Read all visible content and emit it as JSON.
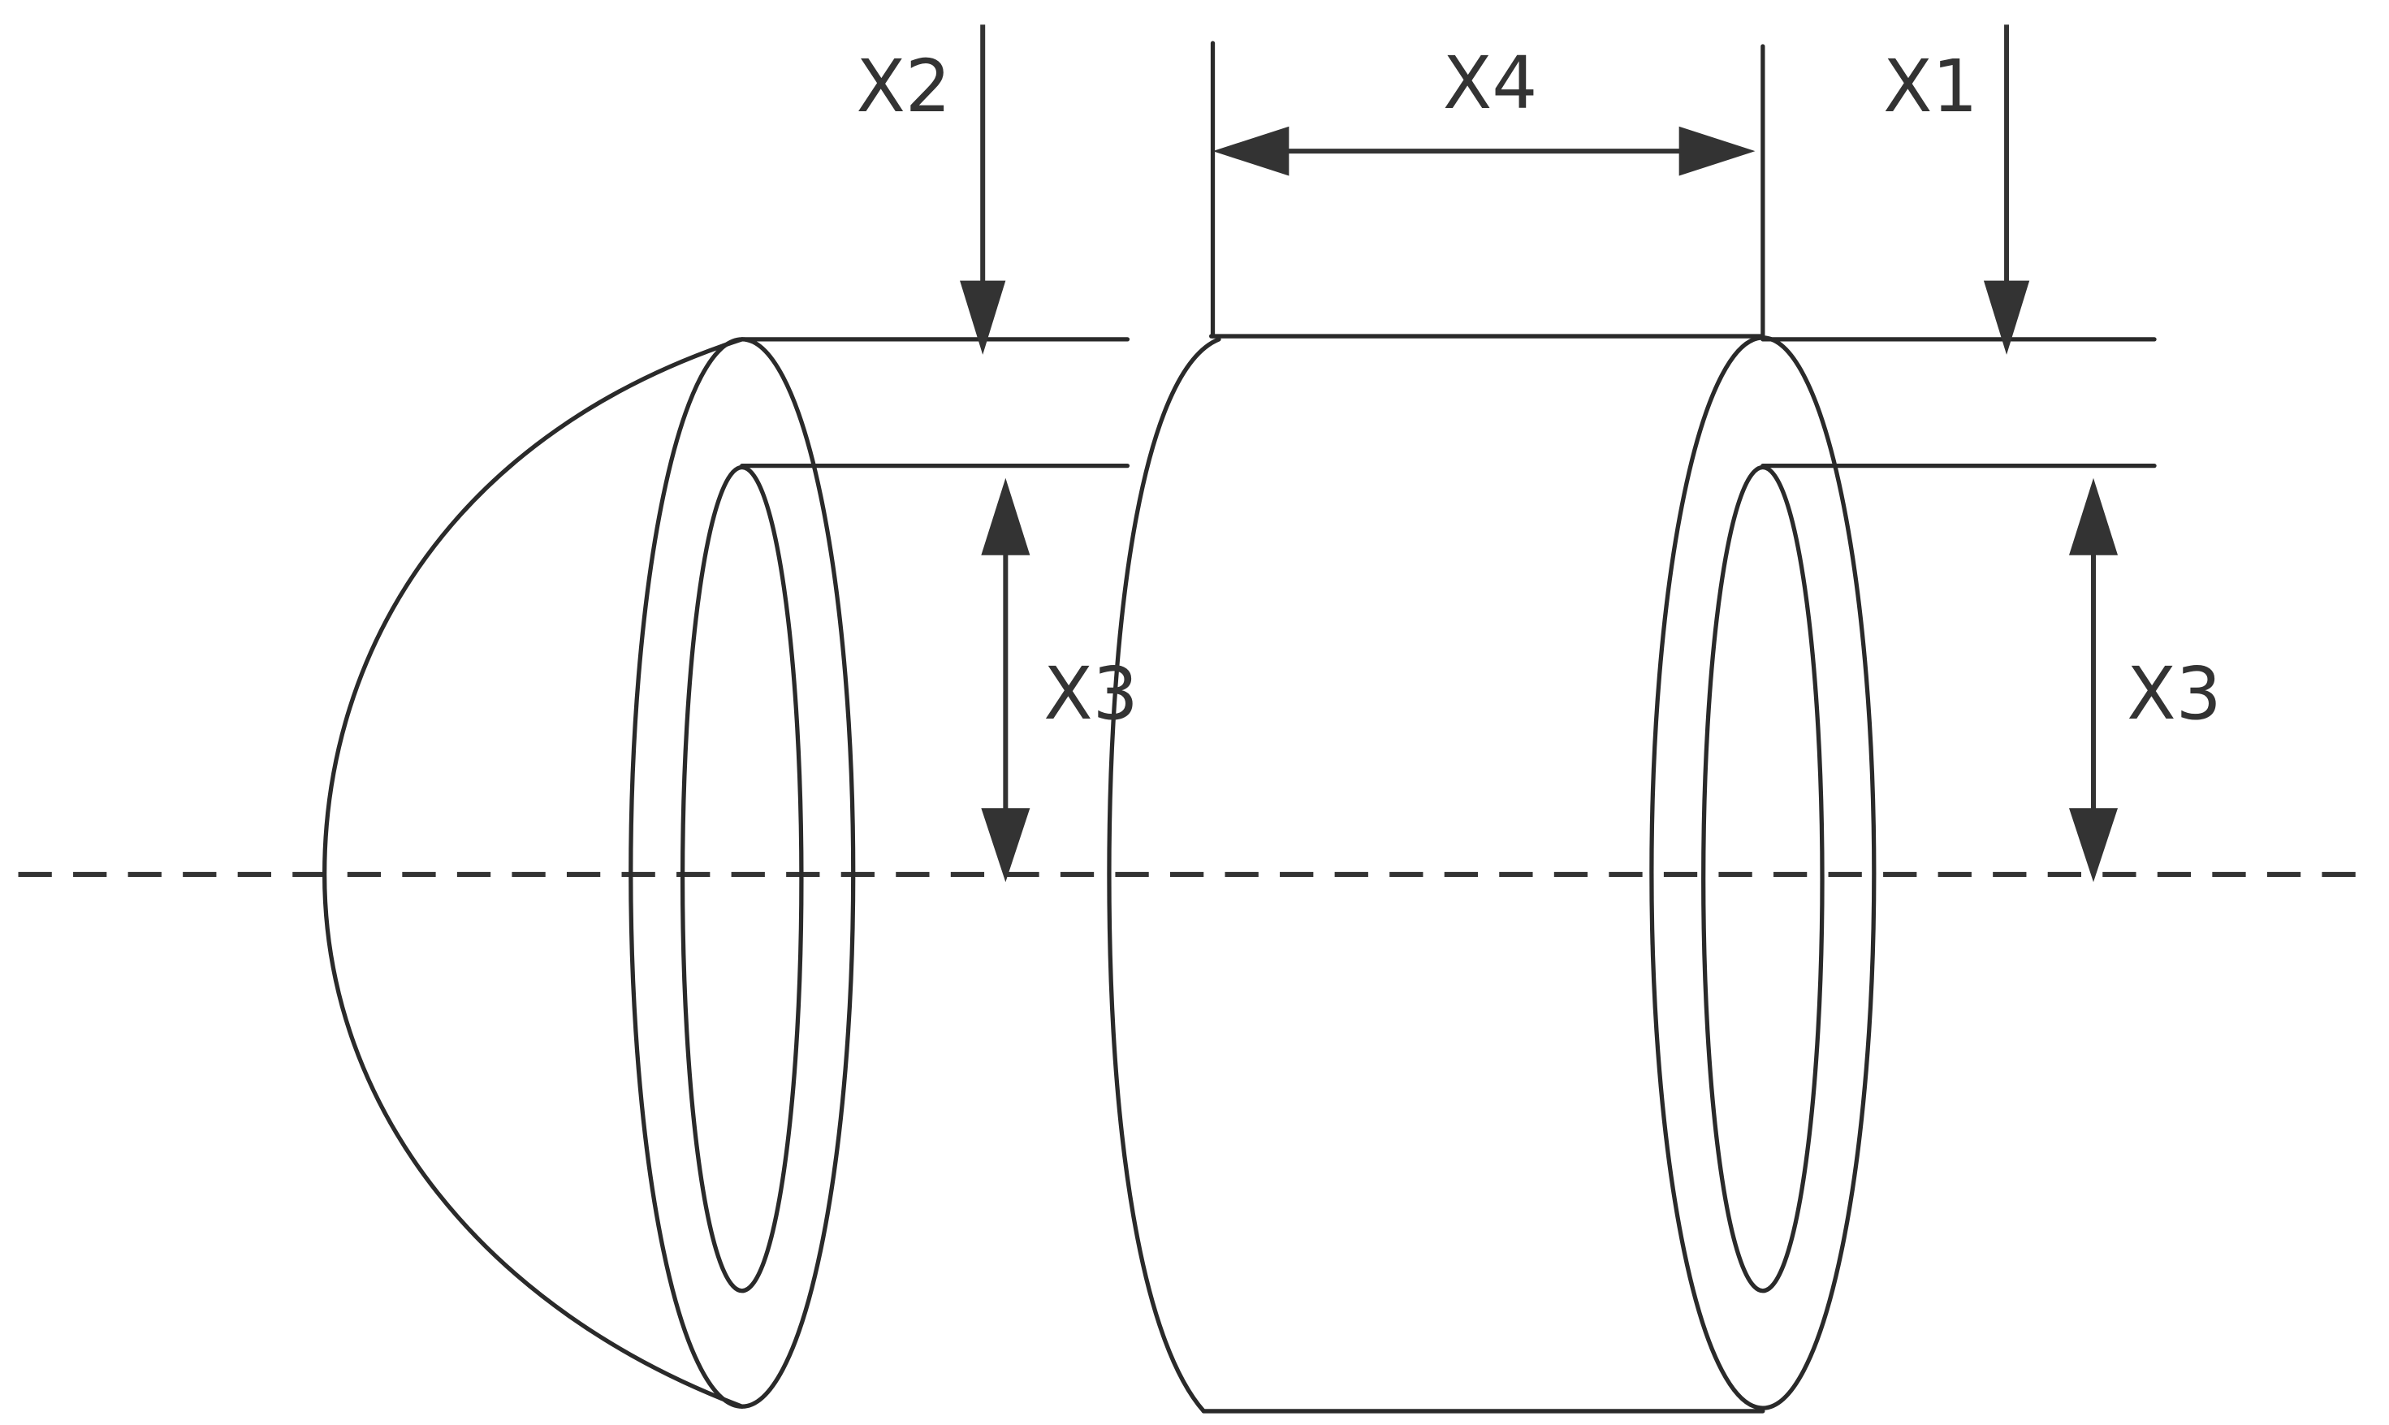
{
  "labels": {
    "x1": "X1",
    "x2": "X2",
    "x3_left": "X3",
    "x3_right": "X3",
    "x4": "X4"
  },
  "colors": {
    "line": "#2a2a2a",
    "dimension": "#333333",
    "background": "#ffffff"
  }
}
